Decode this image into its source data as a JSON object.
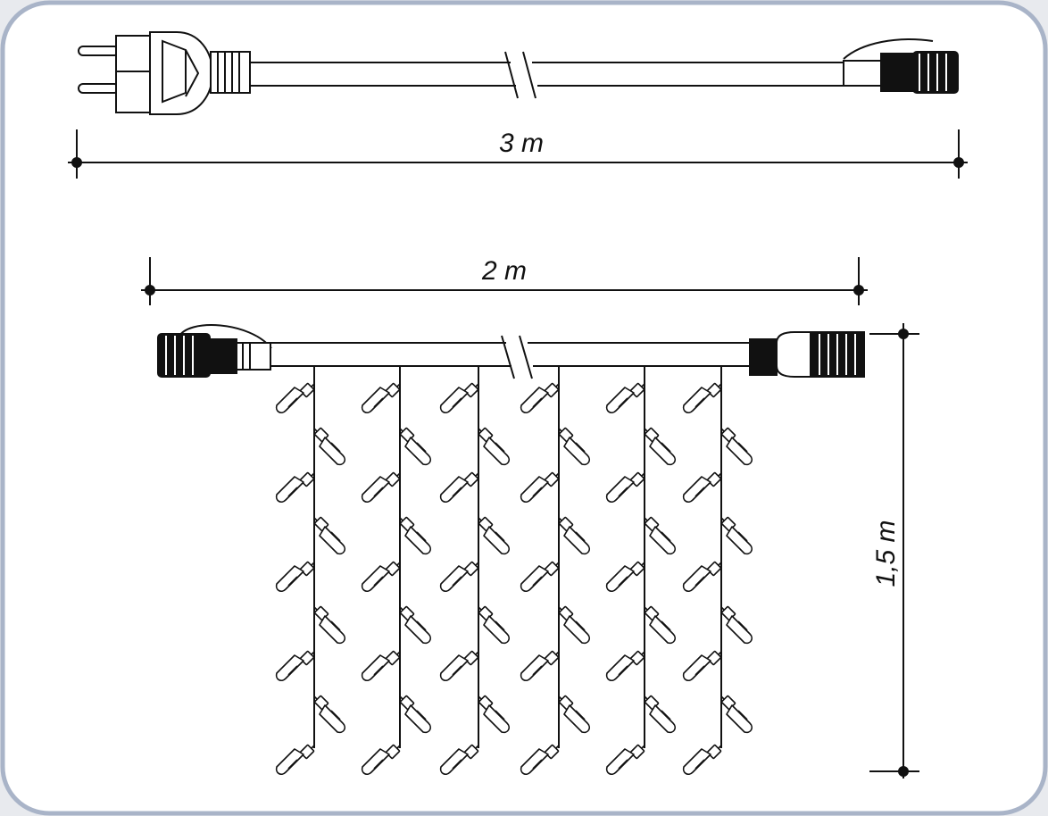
{
  "dimensions": {
    "supply_cable_length": "3 m",
    "curtain_width": "2 m",
    "curtain_height": "1,5 m"
  },
  "colors": {
    "frame_border": "#a9b4c8",
    "background": "#ffffff",
    "line": "#111111"
  },
  "icons": [
    "power-plug-icon",
    "connector-icon",
    "led-bulb-icon"
  ]
}
